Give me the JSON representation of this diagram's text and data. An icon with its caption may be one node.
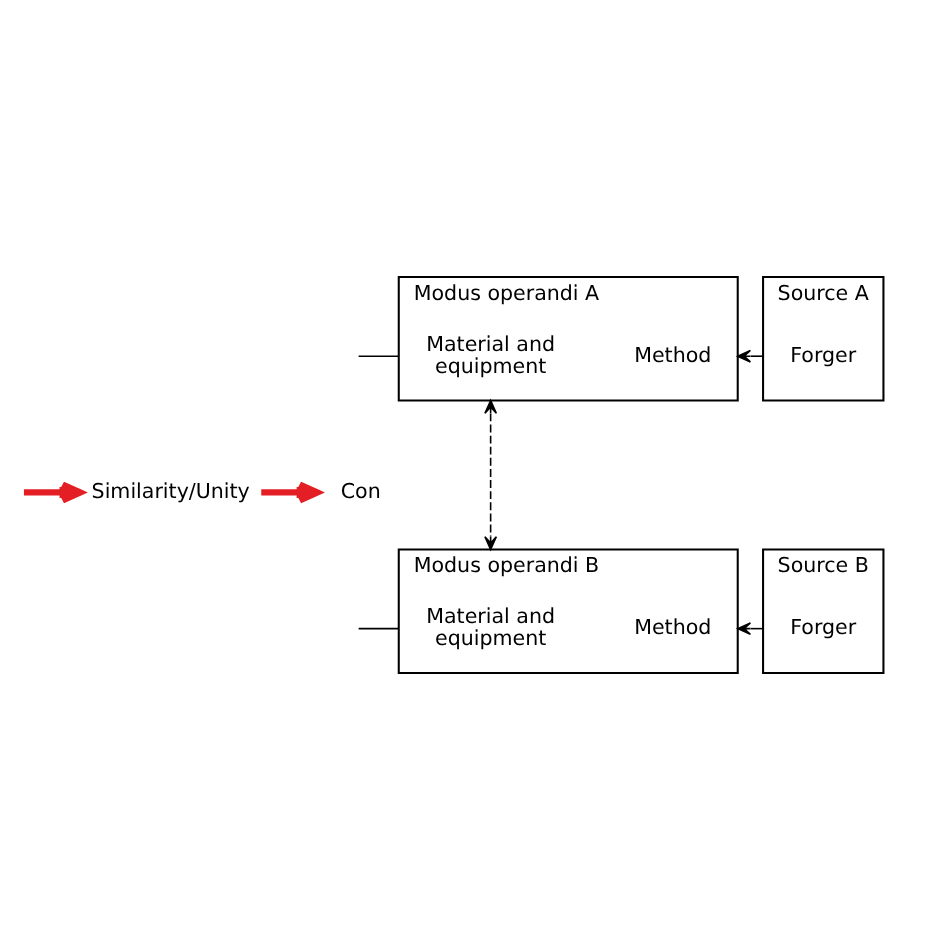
{
  "diagram": {
    "nodes": [
      {
        "text": [
          "Modus operandi A"
        ]
      },
      {
        "text": [
          "Material and equipment"
        ],
        "in": 0
      },
      {
        "text": [
          "Method"
        ],
        "in": 0
      },
      {
        "text": [
          "Source A"
        ]
      },
      {
        "text": [
          "Forger"
        ],
        "in": 3
      },
      {
        "text": [
          "Similarity/Unity"
        ]
      },
      {
        "text": [
          "Con"
        ]
      },
      {
        "text": [
          "Modus operandi B"
        ]
      },
      {
        "text": [
          "Material and equipment"
        ],
        "in": 7
      },
      {
        "text": [
          "Method"
        ],
        "in": 7
      },
      {
        "text": [
          "Source B"
        ]
      },
      {
        "text": [
          "Forger"
        ],
        "in": 10
      }
    ],
    "edges": [
      {
        "from": null,
        "to": 0,
        "arrow": "none"
      },
      {
        "from": 3,
        "to": 0,
        "arrow": "to"
      },
      {
        "from": 0,
        "to": 7,
        "arrow": "both",
        "style": "dashed"
      },
      {
        "from": null,
        "to": 5,
        "arrow": "to",
        "style": "thick",
        "color": "#e31e24"
      },
      {
        "from": 5,
        "to": 6,
        "arrow": "to",
        "style": "thick",
        "color": "#e31e24"
      },
      {
        "from": null,
        "to": 7,
        "arrow": "none"
      },
      {
        "from": 10,
        "to": 7,
        "arrow": "to"
      }
    ]
  }
}
